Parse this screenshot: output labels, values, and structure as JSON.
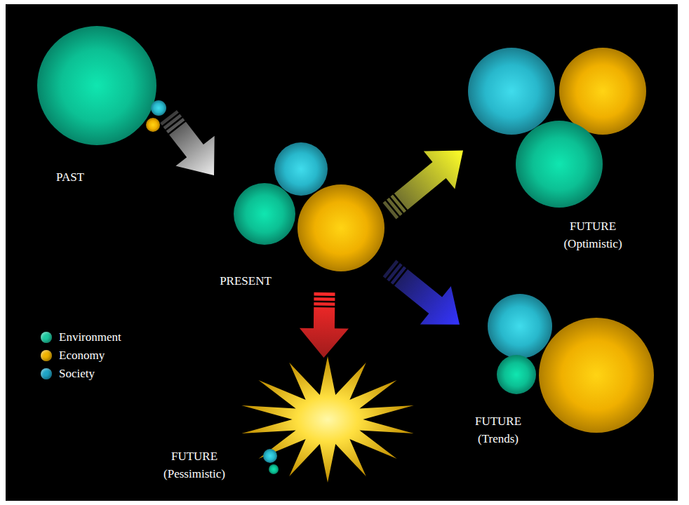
{
  "diagram": {
    "nodes": [
      {
        "text": [
          "PAST"
        ]
      },
      {
        "text": [
          "PRESENT"
        ]
      },
      {
        "text": [
          "FUTURE (Optimistic)"
        ]
      },
      {
        "text": [
          "FUTURE (Trends)"
        ]
      },
      {
        "text": [
          "FUTURE (Pessimistic)"
        ]
      }
    ],
    "edges": [
      {
        "from": 0,
        "to": 1,
        "arrow": "to"
      },
      {
        "from": 1,
        "to": 2,
        "arrow": "to"
      },
      {
        "from": 1,
        "to": 3,
        "arrow": "to"
      },
      {
        "from": 1,
        "to": 4,
        "arrow": "to"
      }
    ],
    "legend": [
      {
        "text": "Environment",
        "color": "#1dc9a0"
      },
      {
        "text": "Economy",
        "color": "#f0b400"
      },
      {
        "text": "Society",
        "color": "#1ea5c8"
      }
    ]
  }
}
